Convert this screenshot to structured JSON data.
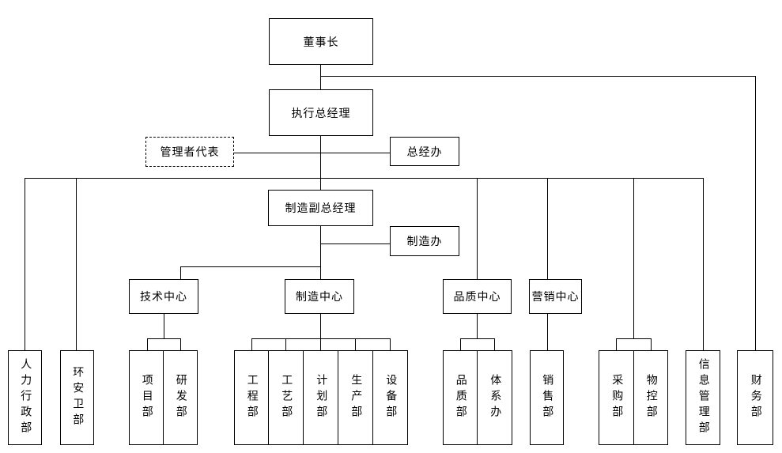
{
  "colors": {
    "background": "#ffffff",
    "line": "#000000",
    "box_border": "#000000",
    "text": "#000000"
  },
  "nodes": {
    "chairman": {
      "label": "董事长"
    },
    "exec_gm": {
      "label": "执行总经理"
    },
    "mgmt_rep": {
      "label": "管理者代表",
      "border": "dashed"
    },
    "gm_office": {
      "label": "总经办"
    },
    "mfg_deputy_gm": {
      "label": "制造副总经理"
    },
    "mfg_office": {
      "label": "制造办"
    },
    "tech_center": {
      "label": "技术中心"
    },
    "mfg_center": {
      "label": "制造中心"
    },
    "quality_center": {
      "label": "品质中心"
    },
    "marketing_center": {
      "label": "营销中心"
    },
    "hr_admin": {
      "label": "人力行政部"
    },
    "ehs": {
      "label": "环安卫部"
    },
    "project": {
      "label": "项目部"
    },
    "rnd": {
      "label": "研发部"
    },
    "engineering": {
      "label": "工程部"
    },
    "process": {
      "label": "工艺部"
    },
    "planning": {
      "label": "计划部"
    },
    "production": {
      "label": "生产部"
    },
    "equipment": {
      "label": "设备部"
    },
    "quality_dept": {
      "label": "品质部"
    },
    "system_office": {
      "label": "体系办"
    },
    "sales": {
      "label": "销售部"
    },
    "purchasing": {
      "label": "采购部"
    },
    "material_control": {
      "label": "物控部"
    },
    "info_mgmt": {
      "label": "信息管理部"
    },
    "finance": {
      "label": "财务部"
    }
  },
  "hierarchy": [
    {
      "parent": "董事长",
      "children": [
        "执行总经理",
        "财务部"
      ]
    },
    {
      "parent": "执行总经理",
      "children": [
        "管理者代表",
        "总经办",
        "制造副总经理",
        "人力行政部",
        "环安卫部",
        "品质中心",
        "营销中心",
        "采购部",
        "物控部",
        "信息管理部"
      ]
    },
    {
      "parent": "制造副总经理",
      "children": [
        "制造办",
        "技术中心",
        "制造中心"
      ]
    },
    {
      "parent": "技术中心",
      "children": [
        "项目部",
        "研发部"
      ]
    },
    {
      "parent": "制造中心",
      "children": [
        "工程部",
        "工艺部",
        "计划部",
        "生产部",
        "设备部"
      ]
    },
    {
      "parent": "品质中心",
      "children": [
        "品质部",
        "体系办"
      ]
    },
    {
      "parent": "营销中心",
      "children": [
        "销售部"
      ]
    }
  ]
}
